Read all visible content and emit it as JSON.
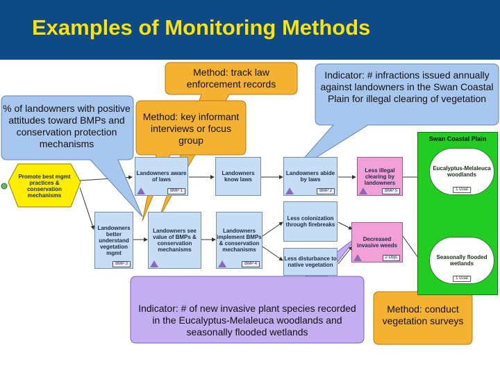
{
  "title": "Examples of Monitoring Methods",
  "callouts": {
    "landowners_pct": "% of landowners  with positive attitudes toward BMPs and conservation protection mechanisms",
    "track_law": "Method: track law enforcement records",
    "key_informant": "Method: key informant interviews or focus group",
    "infractions": "Indicator: # infractions issued annually against landowners in the Swan Coastal Plain for illegal clearing of vegetation",
    "invasive_species": "Indicator: # of new invasive plant species recorded in the Eucalyptus-Melaleuca woodlands and seasonally flooded wetlands",
    "vegetation_surveys": "Method: conduct vegetation surveys"
  },
  "boxes": {
    "promote": "Promote best mgmt practices & conservation mechanisms",
    "aware_laws": "Landowners aware of laws",
    "know_laws": "Landowners know laws",
    "abide_laws": "Landowners abide by laws",
    "less_illegal": "Less illegal clearing by landowners",
    "understand": "Landowners better understand vegetation mgmt",
    "see_value": "Landowners see value of BMPs & conservation mechanisms",
    "implement": "Landowners implement BMPs & conservation mechanisms",
    "less_colonization": "Less colonization through firebreaks",
    "decreased_weeds": "Decreased invasive weeds",
    "less_disturbance": "Less disturbance to native vegetation"
  },
  "tags": {
    "bmp1": "BMP 1",
    "bmp2": "BMP 2",
    "bmp3": "BMP 3",
    "bmp4": "BMP 4",
    "bmp5": "BMP 5",
    "objs2": "2 Objs",
    "goal1a": "1 Goal",
    "goal1b": "1 Goal"
  },
  "scope": {
    "title": "Swan Coastal Plain",
    "target1": "Eucalyptus-Melaleuca woodlands",
    "target2": "Seasonally flooded wetlands"
  }
}
